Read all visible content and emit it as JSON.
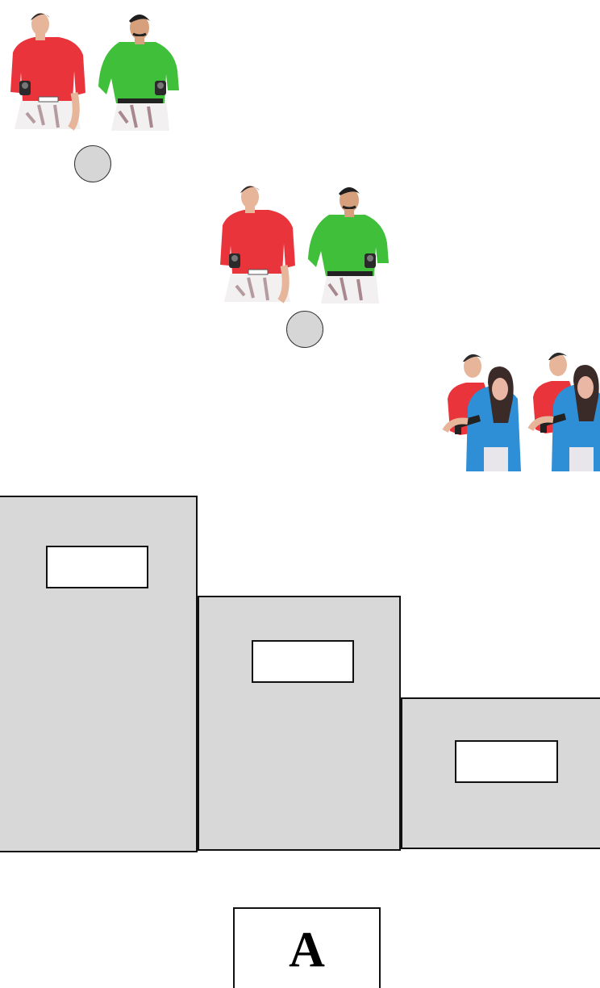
{
  "figures": {
    "row1": [
      "shooter-red-shirt",
      "shooter-green-shirt"
    ],
    "row2": [
      "shooter-red-shirt",
      "shooter-green-shirt"
    ],
    "row3": [
      "hostage-taker-with-woman",
      "hostage-taker-with-woman"
    ]
  },
  "colors": {
    "block_fill": "#d8d8d8",
    "circle_fill": "#d6d6d6",
    "red_shirt": "#e8343a",
    "green_shirt": "#3fbf3a",
    "blue_jacket": "#2f8fd6"
  },
  "label": {
    "text": "A"
  }
}
